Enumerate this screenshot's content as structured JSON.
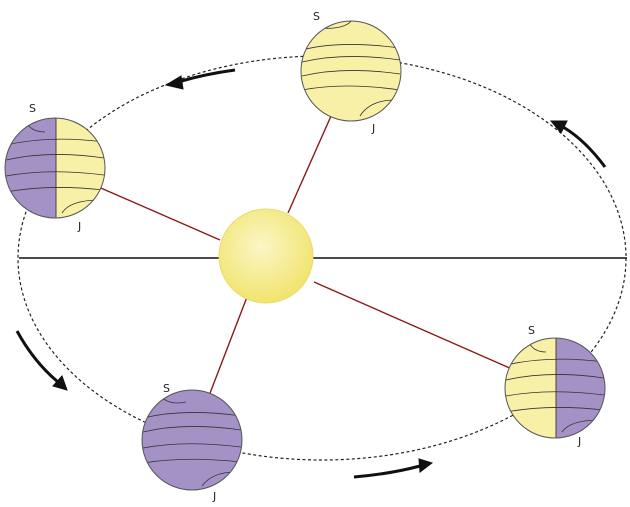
{
  "planets": [
    {
      "id": "top",
      "north_label": "S",
      "south_label": "J",
      "day_side": "full"
    },
    {
      "id": "left",
      "north_label": "S",
      "south_label": "J",
      "day_side": "right"
    },
    {
      "id": "right",
      "north_label": "S",
      "south_label": "J",
      "day_side": "left"
    },
    {
      "id": "bottom",
      "north_label": "S",
      "south_label": "J",
      "day_side": "none"
    }
  ],
  "colors": {
    "sun": "#f6ec8c",
    "day": "#f7f0a6",
    "night": "#a491c5",
    "orbit": "#222222",
    "sun_line": "#8b1a1a",
    "axis_line": "#111111"
  },
  "icons": [
    "orbit-direction-arrow-icon"
  ]
}
